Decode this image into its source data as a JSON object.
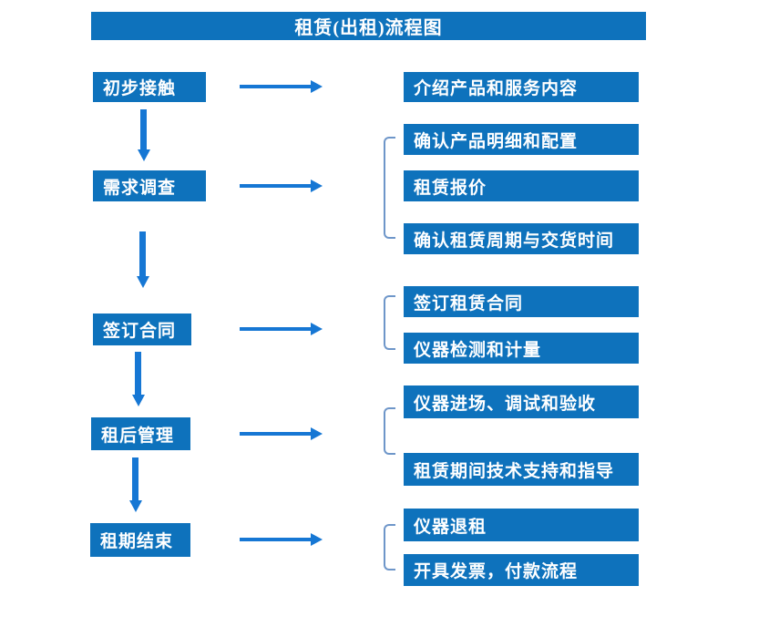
{
  "title": "租赁(出租)流程图",
  "colors": {
    "box": "#0E72BC",
    "arrow": "#1677D4",
    "bracket": "#6E96C9",
    "text": "#FFFFFF",
    "background": "#FFFFFF"
  },
  "steps": [
    "初步接触",
    "需求调查",
    "签订合同",
    "租后管理",
    "租期结束"
  ],
  "details": {
    "initial_contact": [
      "介绍产品和服务内容"
    ],
    "demand_survey": [
      "确认产品明细和配置",
      "租赁报价",
      "确认租赁周期与交货时间"
    ],
    "sign_contract": [
      "签订租赁合同",
      "仪器检测和计量"
    ],
    "post_rental": [
      "仪器进场、调试和验收",
      "租赁期间技术支持和指导"
    ],
    "rental_end": [
      "仪器退租",
      "开具发票，付款流程"
    ]
  }
}
